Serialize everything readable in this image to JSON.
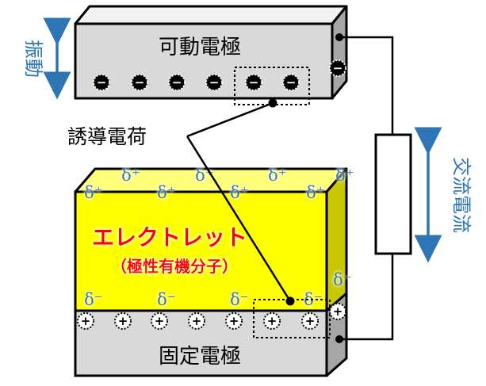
{
  "labels": {
    "movable_electrode": "可動電極",
    "fixed_electrode": "固定電極",
    "vibration": "振動",
    "induced_charge": "誘導電荷",
    "ac_current": "交流電流",
    "electret_title": "エレクトレット",
    "electret_subtitle": "（極性有機分子）"
  },
  "symbols": {
    "delta_plus": "δ⁺",
    "delta_minus": "δ⁻",
    "minus": "−",
    "plus": "+"
  },
  "colors": {
    "electrode_front": "#d9d9d9",
    "electrode_top": "#f2f2f2",
    "electrode_side": "#a6a6a6",
    "electret_front": "#ffff00",
    "electret_top": "#ffff7a",
    "electret_side": "#c8c800",
    "title_red": "#ff0000",
    "delta_blue": "#2e75b6",
    "arrow_blue": "#2e75b6"
  }
}
